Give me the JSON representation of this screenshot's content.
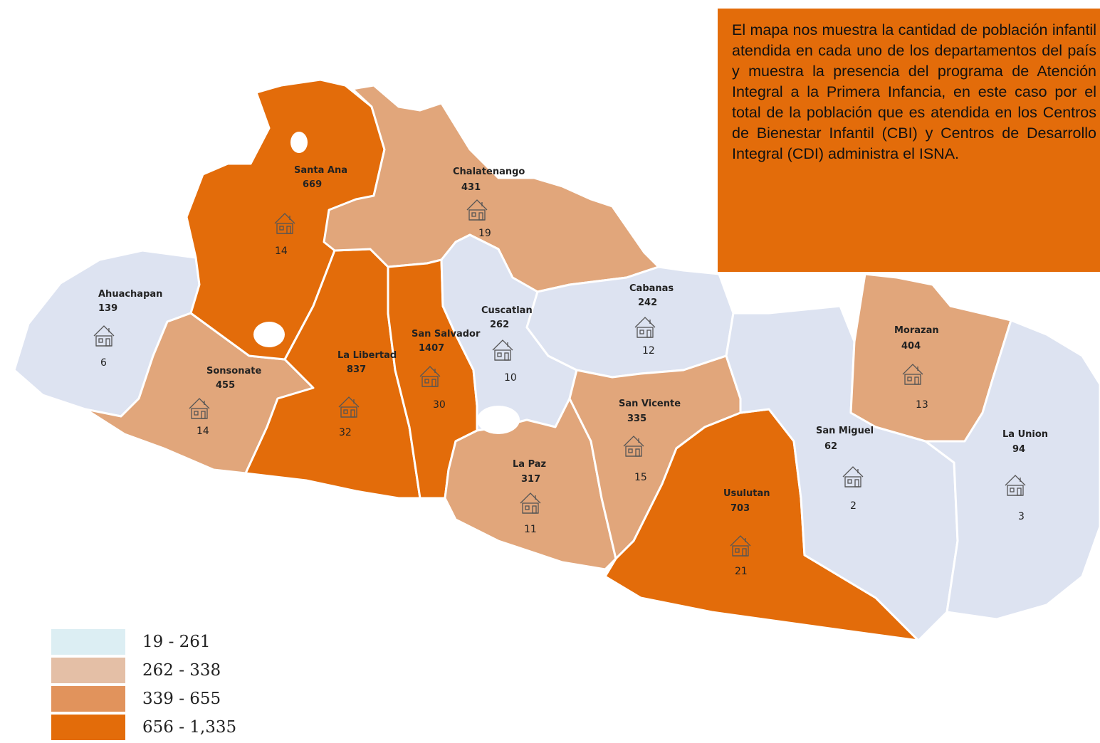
{
  "colors": {
    "class1": "#DDE3F1",
    "class2": "#E1A67B",
    "class3": "#E1A67B",
    "class4": "#E36C0A",
    "legend1": "#DCEEF3",
    "legend2": "#E4BFA6",
    "legend3": "#E1935C",
    "legend4": "#E36C0A",
    "info_bg": "#E36C0A"
  },
  "info_text": "El mapa nos muestra la cantidad de población infantil atendida en cada uno de los departamentos del país y muestra la presencia del programa de Atención Integral a la Primera Infancia, en este caso por el total de la población que es atendida en los Centros de Bienestar Infantil (CBI) y Centros de Desarrollo Integral (CDI) administra el ISNA.",
  "legend": [
    {
      "label": "19 - 261",
      "color": "#DCEEF3"
    },
    {
      "label": "262 - 338",
      "color": "#E4BFA6"
    },
    {
      "label": "339 - 655",
      "color": "#E1935C"
    },
    {
      "label": "656 - 1,335",
      "color": "#E36C0A"
    }
  ],
  "departments": [
    {
      "name": "Ahuachapan",
      "value": "139",
      "centers": "6",
      "icon": "house-icon"
    },
    {
      "name": "Santa Ana",
      "value": "669",
      "centers": "14",
      "icon": "house-icon"
    },
    {
      "name": "Sonsonate",
      "value": "455",
      "centers": "14",
      "icon": "house-icon"
    },
    {
      "name": "Chalatenango",
      "value": "431",
      "centers": "19",
      "icon": "house-icon"
    },
    {
      "name": "La Libertad",
      "value": "837",
      "centers": "32",
      "icon": "house-icon"
    },
    {
      "name": "San Salvador",
      "value": "1407",
      "centers": "30",
      "icon": "house-icon"
    },
    {
      "name": "Cuscatlan",
      "value": "262",
      "centers": "10",
      "icon": "house-icon"
    },
    {
      "name": "Cabanas",
      "value": "242",
      "centers": "12",
      "icon": "house-icon"
    },
    {
      "name": "La Paz",
      "value": "317",
      "centers": "11",
      "icon": "house-icon"
    },
    {
      "name": "San Vicente",
      "value": "335",
      "centers": "15",
      "icon": "house-icon"
    },
    {
      "name": "Usulutan",
      "value": "703",
      "centers": "21",
      "icon": "house-icon"
    },
    {
      "name": "San Miguel",
      "value": "62",
      "centers": "2",
      "icon": "house-icon"
    },
    {
      "name": "Morazan",
      "value": "404",
      "centers": "13",
      "icon": "house-icon"
    },
    {
      "name": "La Union",
      "value": "94",
      "centers": "3",
      "icon": "house-icon"
    }
  ]
}
